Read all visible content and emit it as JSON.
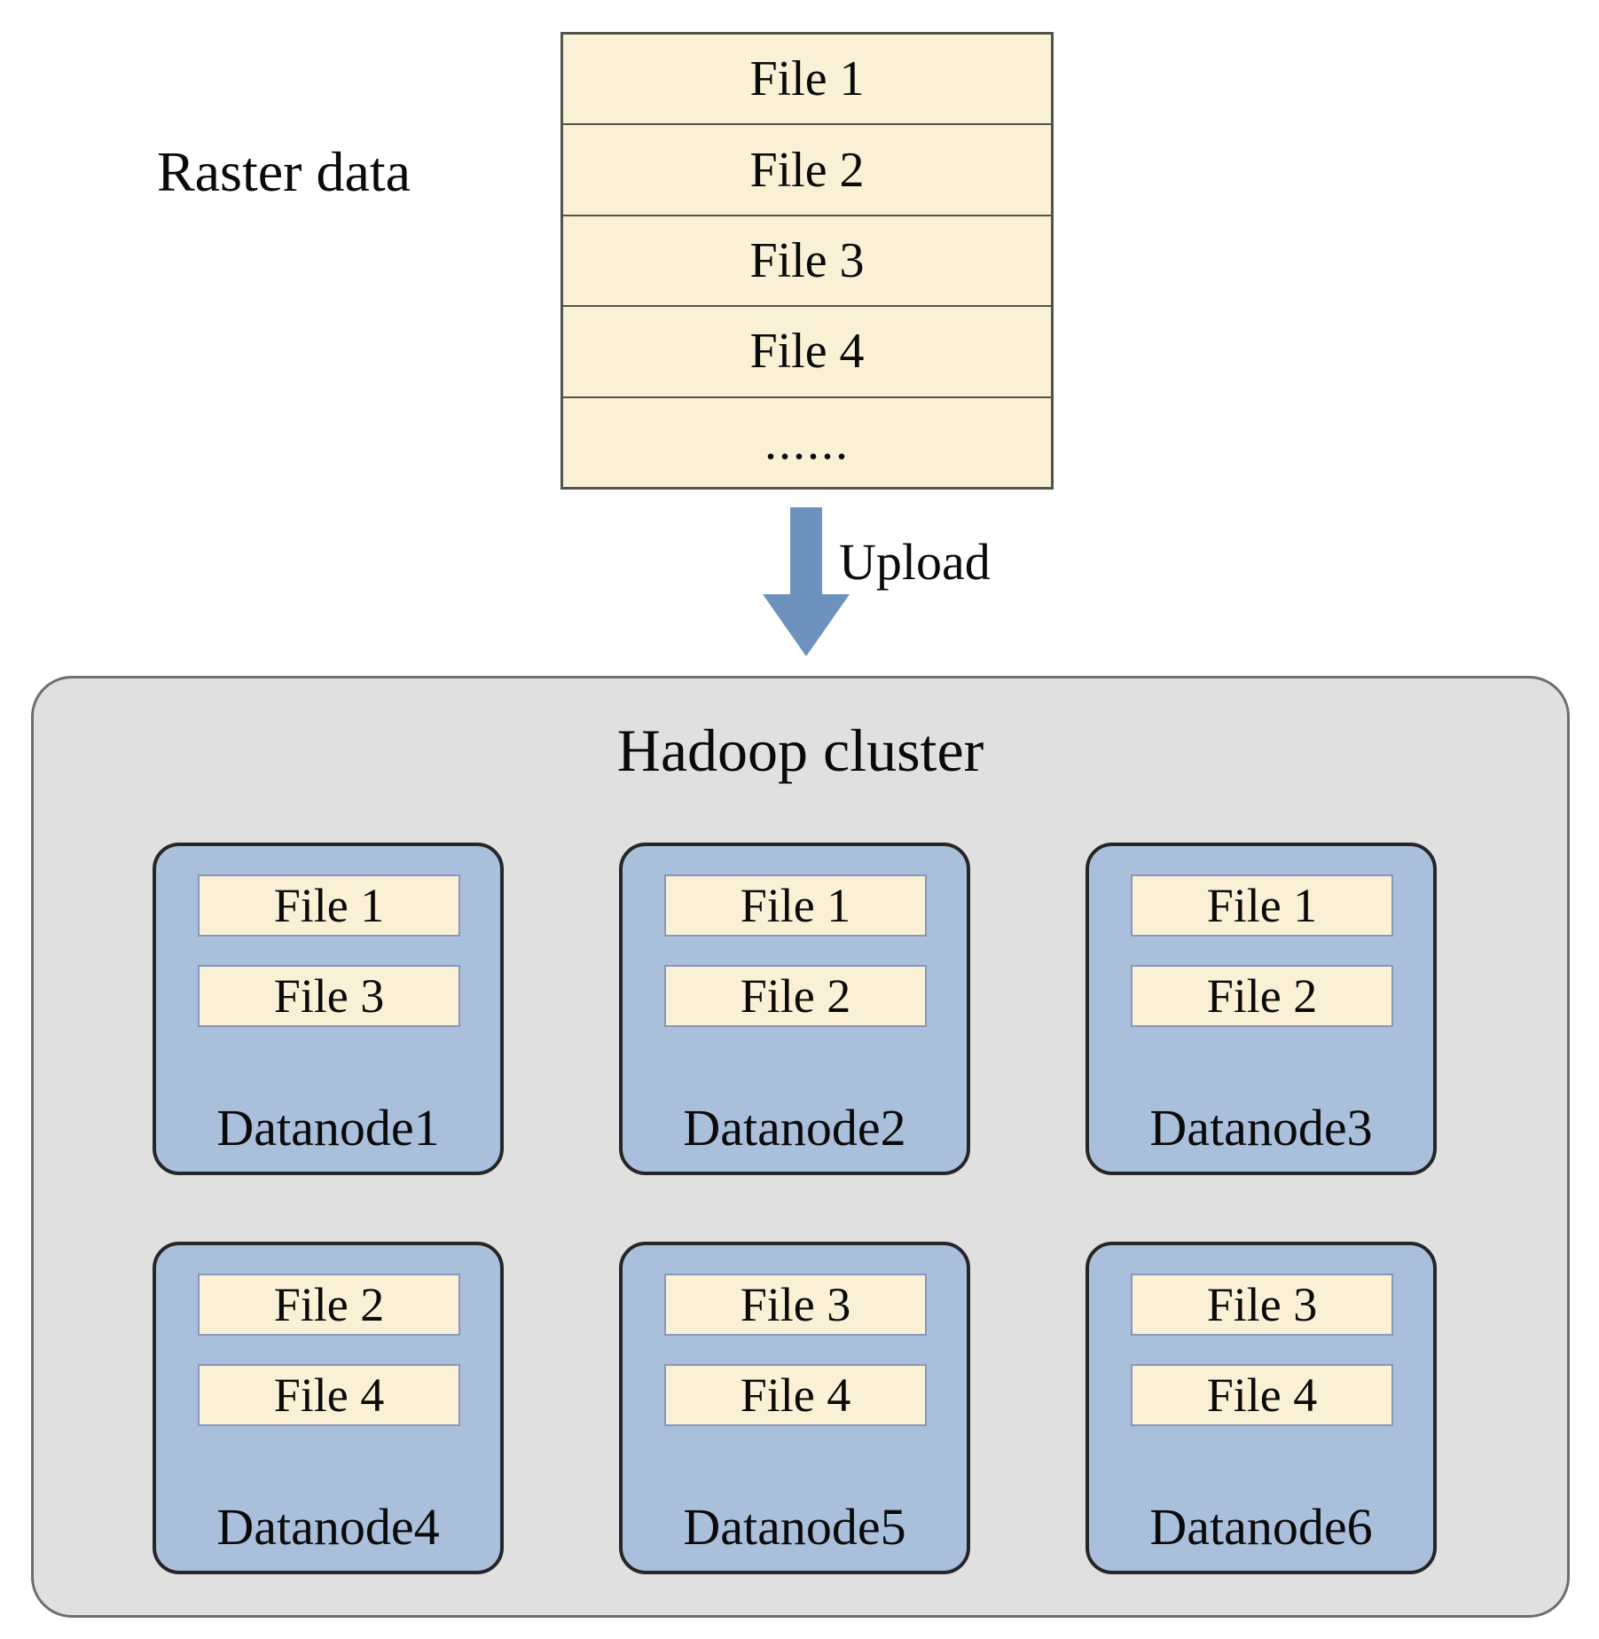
{
  "raster": {
    "label": "Raster data",
    "files": [
      "File 1",
      "File 2",
      "File 3",
      "File 4",
      "......"
    ]
  },
  "upload": {
    "label": "Upload"
  },
  "cluster": {
    "title": "Hadoop cluster",
    "datanodes": [
      {
        "name": "Datanode1",
        "files": [
          "File 1",
          "File 3"
        ]
      },
      {
        "name": "Datanode2",
        "files": [
          "File 1",
          "File 2"
        ]
      },
      {
        "name": "Datanode3",
        "files": [
          "File 1",
          "File 2"
        ]
      },
      {
        "name": "Datanode4",
        "files": [
          "File 2",
          "File 4"
        ]
      },
      {
        "name": "Datanode5",
        "files": [
          "File 3",
          "File 4"
        ]
      },
      {
        "name": "Datanode6",
        "files": [
          "File 3",
          "File 4"
        ]
      }
    ]
  },
  "colors": {
    "file_fill": "#faf0d5",
    "file_chip_border": "#8a97ba",
    "table_border": "#54534a",
    "datanode_fill": "#a9bfdb",
    "datanode_border": "#262626",
    "cluster_fill": "#e0e0e0",
    "cluster_border": "#6e6e6e",
    "arrow_blue": "#6e92be",
    "text": "#0a0a0a"
  }
}
